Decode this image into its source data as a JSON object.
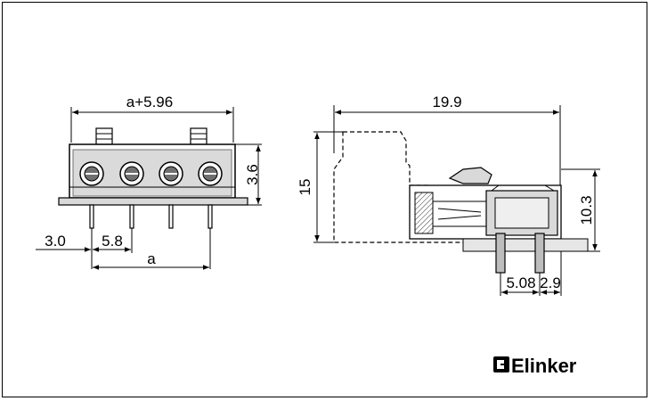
{
  "dimensions": {
    "top_width": "a+5.96",
    "left_height": "3.6",
    "left_offset": "3.0",
    "pitch": "5.8",
    "pitch_total": "a",
    "side_width": "19.9",
    "side_height_total": "15",
    "side_height_part": "10.3",
    "pin_pitch": "5.08",
    "pin_offset": "2.9"
  },
  "brand": {
    "name": "Elinker"
  },
  "colors": {
    "line": "#000000",
    "fill_gray": "#d9d9d9",
    "fill_dark": "#7a7a7a"
  }
}
